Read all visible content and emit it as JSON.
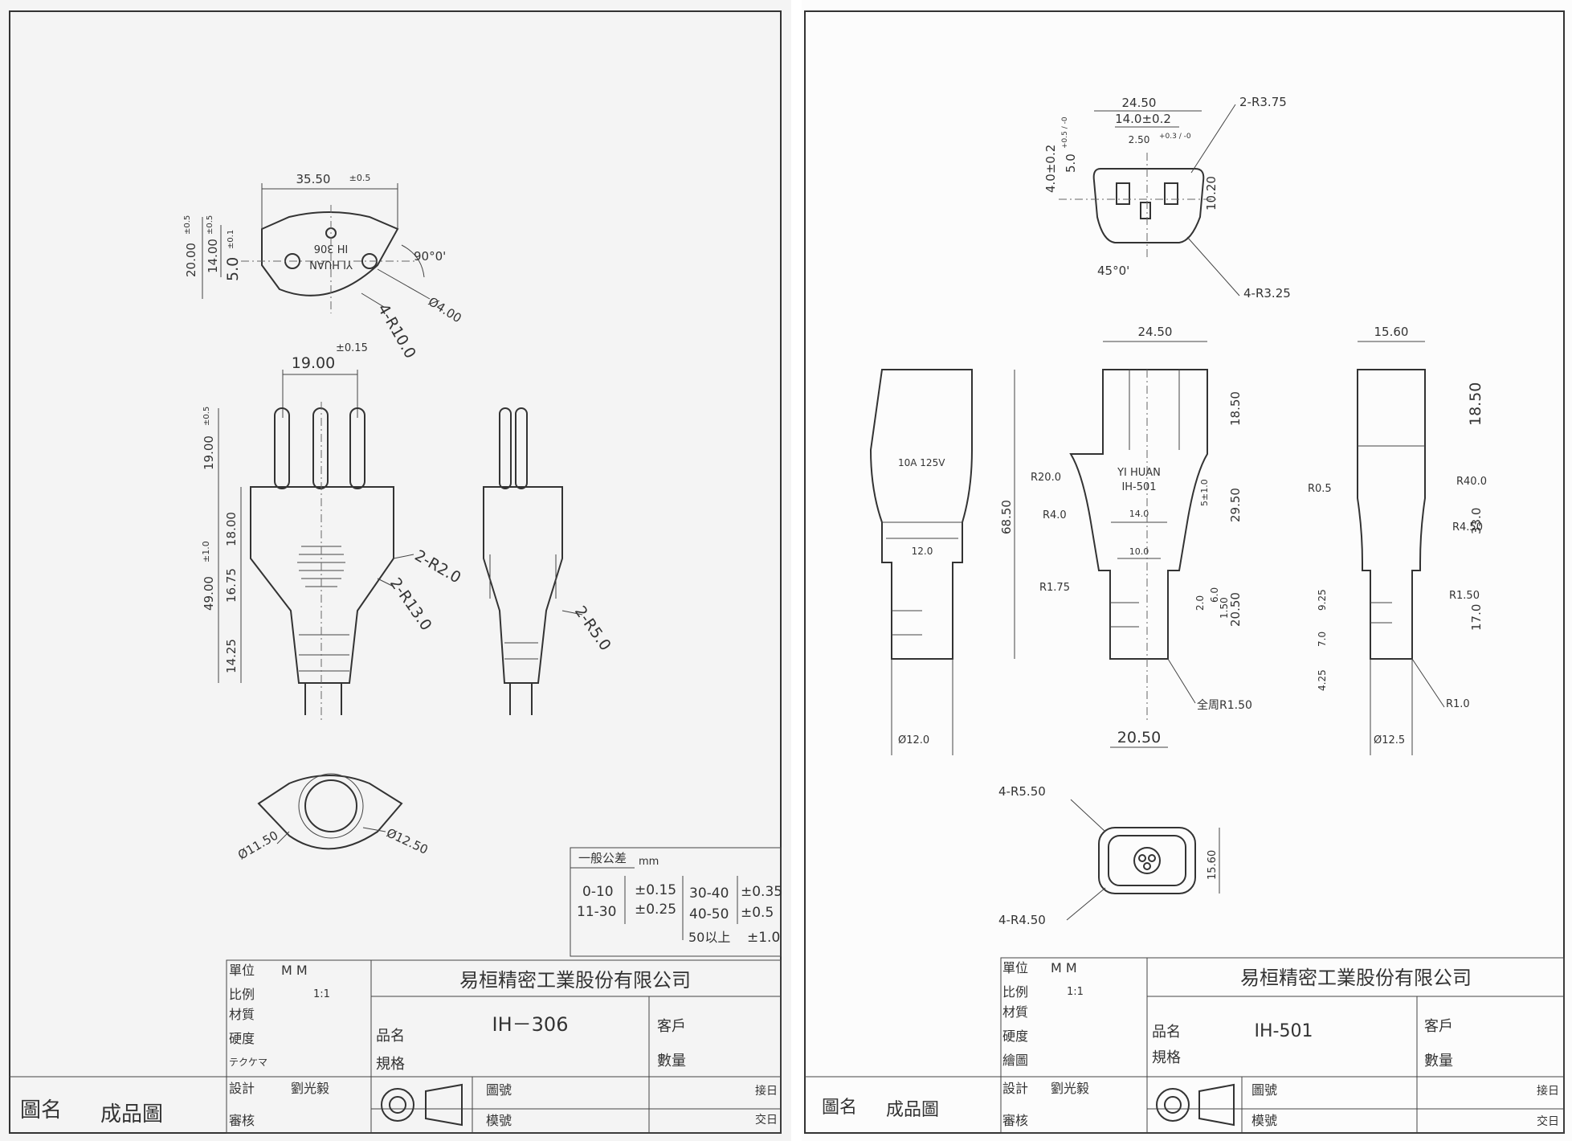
{
  "left_sheet": {
    "top_view": {
      "overall_width": "35.50",
      "overall_width_tol": "±0.5",
      "height": "20.00",
      "height_tol": "±0.5",
      "pin_span": "14.00",
      "pin_span_tol": "±0.5",
      "pin_offset": "5.0",
      "pin_offset_tol": "±0.1",
      "angle": "90°0'",
      "pin_diameter": "Ø4.00",
      "radius": "4-R10.0",
      "emboss_line1": "YI HUAN",
      "emboss_line2": "IH 306"
    },
    "front_view": {
      "pin_pitch": "19.00",
      "pin_pitch_tol": "±0.15",
      "pin_length": "19.00",
      "pin_length_tol": "±0.5",
      "body_height": "49.00",
      "body_height_tol": "±1.0",
      "seg1": "18.00",
      "seg2": "16.75",
      "seg3": "14.25",
      "r_a": "2-R2.0",
      "r_b": "2-R13.0"
    },
    "side_view": {
      "r_c": "2-R5.0"
    },
    "bottom_view": {
      "d_inner": "Ø11.50",
      "d_outer": "Ø12.50"
    },
    "tolerance_table": {
      "title": "一般公差",
      "unit": "mm",
      "rows": [
        {
          "range": "0-10",
          "tol": "±0.15"
        },
        {
          "range": "11-30",
          "tol": "±0.25"
        },
        {
          "range": "30-40",
          "tol": "±0.35"
        },
        {
          "range": "40-50",
          "tol": "±0.5"
        },
        {
          "range": "50以上",
          "tol": "±1.0"
        }
      ]
    },
    "title_block": {
      "unit_label": "單位",
      "unit_value": "M   M",
      "scale_label": "比例",
      "scale_value": "1:1",
      "material_label": "材質",
      "hardness_label": "硬度",
      "kana_label": "テクケマ",
      "design_label": "設計",
      "designer": "劉光毅",
      "review_label": "審核",
      "company": "易桓精密工業股份有限公司",
      "part_name_label": "品名",
      "part_name": "IH－306",
      "spec_label": "規格",
      "customer_label": "客戶",
      "quantity_label": "數量",
      "drawing_no_label": "圖號",
      "mold_no_label": "模號",
      "receive_label": "接日",
      "deliver_label": "交日",
      "drawing_name_label": "圖名",
      "drawing_name": "成品圖"
    }
  },
  "right_sheet": {
    "top_view": {
      "w1": "24.50",
      "w2": "14.0±0.2",
      "w3": "2.50",
      "w3_tol": "+0.3 / -0",
      "h1": "4.0±0.2",
      "h2": "5.0",
      "h2_tol": "+0.5 / -0",
      "h3": "10.20",
      "angle": "45°0'",
      "r_top": "2-R3.75",
      "r_bot": "4-R3.25"
    },
    "front_view": {
      "width": "24.50",
      "total": "68.50",
      "top": "18.50",
      "mid": "29.50",
      "lower": "20.50",
      "d1": "2.0",
      "d2": "6.0",
      "d3": "1.50",
      "w14": "14.0",
      "w10": "10.0",
      "tol": "5±1.0",
      "r20": "R20.0",
      "r4": "R4.0",
      "r175": "R1.75",
      "full_r": "全周R1.50",
      "base_w": "20.50",
      "emboss1": "YI HUAN",
      "emboss2": "IH-501"
    },
    "left_view": {
      "label": "10A  125V",
      "w12": "12.0",
      "d12": "Ø12.0"
    },
    "right_view": {
      "width": "15.60",
      "top": "18.50",
      "mid": "33.0",
      "lower": "17.0",
      "d925": "9.25",
      "d70": "7.0",
      "d425": "4.25",
      "r05": "R0.5",
      "r40": "R40.0",
      "r45": "R4.50",
      "r15": "R1.50",
      "r10": "R1.0",
      "d125": "Ø12.5"
    },
    "bottom_view": {
      "r_outer": "4-R5.50",
      "r_inner": "4-R4.50",
      "height": "15.60"
    },
    "title_block": {
      "unit_label": "單位",
      "unit_value": "M   M",
      "scale_label": "比例",
      "scale_value": "1:1",
      "material_label": "材質",
      "hardness_label": "硬度",
      "drawing_label": "繪圖",
      "design_label": "設計",
      "designer": "劉光毅",
      "review_label": "審核",
      "company": "易桓精密工業股份有限公司",
      "part_name_label": "品名",
      "part_name": "IH-501",
      "spec_label": "規格",
      "customer_label": "客戶",
      "quantity_label": "數量",
      "drawing_no_label": "圖號",
      "mold_no_label": "模號",
      "receive_label": "接日",
      "deliver_label": "交日",
      "drawing_name_label": "圖名",
      "drawing_name": "成品圖"
    }
  }
}
